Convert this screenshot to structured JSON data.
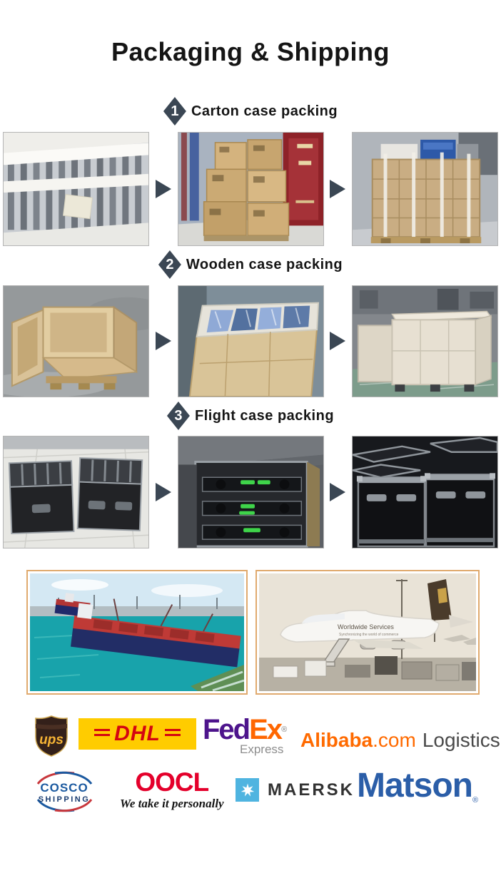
{
  "page": {
    "title": "Packaging & Shipping"
  },
  "steps": [
    {
      "number": "1",
      "label": "Carton case packing",
      "photos": [
        "Modules packed in foam trays with white foam tubes",
        "Carton boxes stacked in warehouse with red banner",
        "Strapped carton stack on pallet with blue cases on top"
      ]
    },
    {
      "number": "2",
      "label": "Wooden case packing",
      "photos": [
        "Empty plywood crate opened on concrete floor",
        "Wooden crate filled with blue plastic-wrapped panels",
        "Closed plywood crates stacked in workshop"
      ]
    },
    {
      "number": "3",
      "label": "Flight case packing",
      "photos": [
        "Two empty black flight cases with padded dividers",
        "Flight case loaded with panels with green handles",
        "Rows of finished flight cases with aluminium trim"
      ]
    }
  ],
  "transport_photos": [
    {
      "alt": "Red and navy bulk cargo ship docked at sea port"
    },
    {
      "alt": "UPS cargo airplane being loaded at airport",
      "visible_text": "Worldwide Services",
      "visible_text_sub": "Synchronizing the world of commerce"
    }
  ],
  "carriers": {
    "ups": {
      "name": "ups"
    },
    "dhl": {
      "name": "DHL"
    },
    "fedex": {
      "fed": "Fed",
      "ex": "Ex",
      "reg": "®",
      "sub": "Express"
    },
    "alibaba": {
      "brand": "Alibaba",
      "dotcom": ".com",
      "suffix": "Logistics"
    },
    "cosco": {
      "line1": "COSCO",
      "line2": "SHIPPING"
    },
    "oocl": {
      "name": "OOCL",
      "tagline": "We take it personally"
    },
    "maersk": {
      "name": "MAERSK"
    },
    "matson": {
      "name": "Matson",
      "reg": "®"
    }
  },
  "icons": {
    "step_badge": "diamond-number-badge",
    "arrow": "arrow-right-triangle",
    "maersk_star": "seven-pointed-star"
  },
  "colors": {
    "step_badge": "#3b4754",
    "arrow": "#3b4754",
    "frame_border": "#e0aa6e",
    "ups_brown": "#33201a",
    "ups_gold": "#f5b335",
    "dhl_yellow": "#ffcc00",
    "dhl_red": "#d40511",
    "fedex_purple": "#4d148c",
    "fedex_orange": "#ff6600",
    "alibaba_orange": "#ff6a00",
    "cosco_blue": "#1c5aa0",
    "cosco_red": "#c8373c",
    "oocl_red": "#e4002b",
    "maersk_blue": "#4fb4e0",
    "matson_blue": "#2b5ea8"
  }
}
